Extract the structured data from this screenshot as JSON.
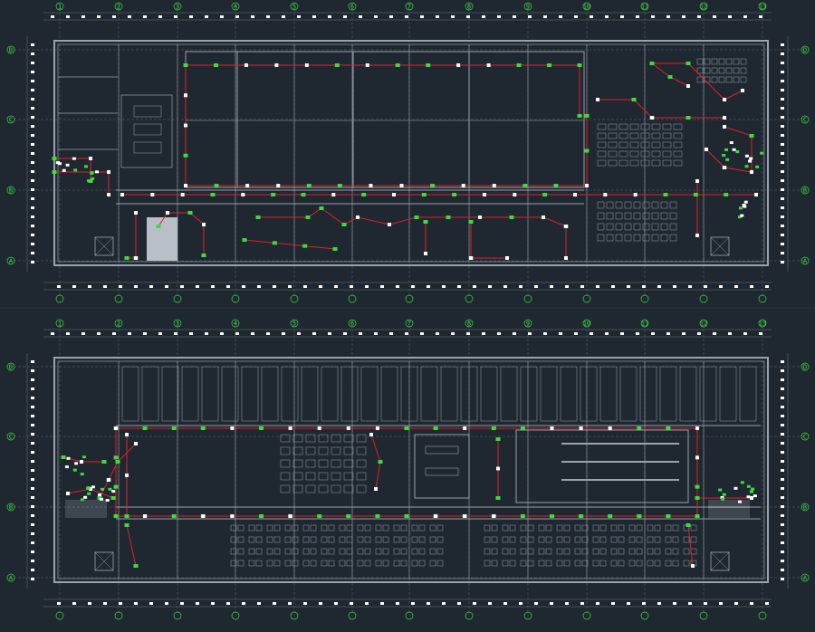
{
  "drawing": {
    "background": "#1f2731",
    "colors": {
      "wall": "#9aa3ad",
      "grid": "#6b7580",
      "circuit": "#e0202a",
      "device": "#3cdc3c",
      "fixture": "#ffffff",
      "hatch": "#b9bfc6"
    },
    "column_labels": [
      "1",
      "2",
      "3",
      "4",
      "5",
      "6",
      "7",
      "8",
      "9",
      "10",
      "11",
      "12",
      "13"
    ],
    "row_labels_upper": [
      "D",
      "C",
      "B",
      "A"
    ],
    "row_labels_lower": [
      "D",
      "C",
      "B",
      "A"
    ],
    "plans": [
      {
        "name": "upper-floor-plan"
      },
      {
        "name": "lower-floor-plan"
      }
    ]
  }
}
